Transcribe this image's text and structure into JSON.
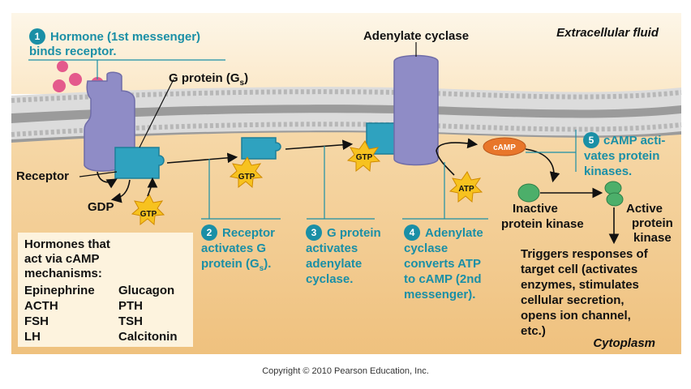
{
  "labels": {
    "extracellular": "Extracellular fluid",
    "cytoplasm": "Cytoplasm",
    "adenylate_cyclase": "Adenylate cyclase",
    "g_protein": "G protein (G",
    "g_protein_sub": "s",
    "g_protein_close": ")",
    "receptor": "Receptor",
    "gdp": "GDP",
    "gtp": "GTP",
    "atp": "ATP",
    "camp": "cAMP",
    "inactive_pk_1": "Inactive",
    "inactive_pk_2": "protein kinase",
    "active_pk_1": "Active",
    "active_pk_2": "protein",
    "active_pk_3": "kinase",
    "copyright": "Copyright © 2010 Pearson Education, Inc."
  },
  "steps": [
    {
      "number": "1",
      "lines": [
        "Hormone (1st messenger)",
        "binds receptor."
      ]
    },
    {
      "number": "2",
      "lines": [
        "Receptor",
        "activates G",
        "protein (G"
      ],
      "sub": "s",
      "end": ")."
    },
    {
      "number": "3",
      "lines": [
        "G protein",
        "activates",
        "adenylate",
        "cyclase."
      ]
    },
    {
      "number": "4",
      "lines": [
        "Adenylate",
        "cyclase",
        "converts ATP",
        "to cAMP (2nd",
        "messenger)."
      ]
    },
    {
      "number": "5",
      "lines": [
        "cAMP acti-",
        "vates protein",
        "kinases."
      ]
    }
  ],
  "triggers": [
    "Triggers responses of",
    "target cell (activates",
    "enzymes, stimulates",
    "cellular secretion,",
    "opens ion channel,",
    "etc.)"
  ],
  "hormone_box": {
    "title": [
      "Hormones that",
      "act via cAMP",
      "mechanisms:"
    ],
    "left": [
      "Epinephrine",
      "ACTH",
      "FSH",
      "LH"
    ],
    "right": [
      "Glucagon",
      "PTH",
      "TSH",
      "Calcitonin"
    ]
  },
  "colors": {
    "teal_text": "#1a8fa6",
    "receptor": "#8f8cc6",
    "g_protein": "#2fa2bf",
    "membrane_head": "#d8d8d8",
    "cytoplasm_bg": "#f0c88a",
    "gtp_star": "#f7c21f",
    "camp": "#e8762a",
    "kinase": "#4caf6a",
    "hormone": "#e45a8c"
  }
}
